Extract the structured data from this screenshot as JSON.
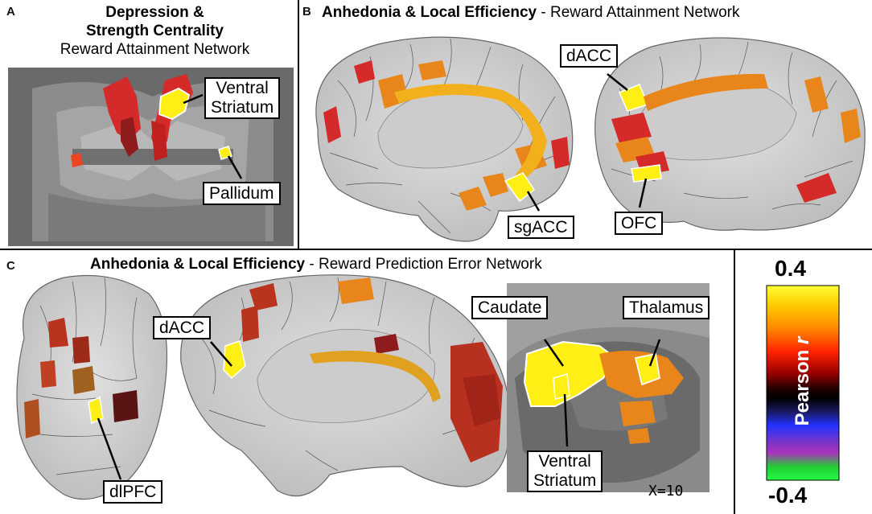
{
  "panels": {
    "A": {
      "letter": "A",
      "title_line1": "Depression &",
      "title_line2": "Strength Centrality",
      "subtitle": "Reward Attainment Network",
      "labels": {
        "ventral_striatum_1": "Ventral",
        "ventral_striatum_2": "Striatum",
        "pallidum": "Pallidum"
      }
    },
    "B": {
      "letter": "B",
      "title_bold": "Anhedonia & Local Efficiency",
      "title_rest": " - Reward Attainment Network",
      "labels": {
        "dacc": "dACC",
        "sgacc": "sgACC",
        "ofc": "OFC"
      }
    },
    "C": {
      "letter": "C",
      "title_bold": "Anhedonia & Local Efficiency",
      "title_rest": " - Reward Prediction Error Network",
      "labels": {
        "dacc": "dACC",
        "dlpfc": "dlPFC",
        "caudate": "Caudate",
        "thalamus": "Thalamus",
        "ventral_striatum_1": "Ventral",
        "ventral_striatum_2": "Striatum"
      },
      "coordinate": "X=10"
    }
  },
  "colorbar": {
    "max": "0.4",
    "min": "-0.4",
    "label_main": "Pearson",
    "label_italic": "r",
    "colors": [
      "#ffff33",
      "#ffcc00",
      "#ff8800",
      "#ff2200",
      "#990000",
      "#220000",
      "#000000",
      "#1a1a66",
      "#2233ff",
      "#7733cc",
      "#aa33bb",
      "#22cc33",
      "#22ff44"
    ]
  },
  "colors": {
    "yellow": "#ffef14",
    "orange": "#e8861c",
    "red": "#d42a2a",
    "darkred": "#8e1c1c",
    "brain": "#d2d2d2"
  }
}
